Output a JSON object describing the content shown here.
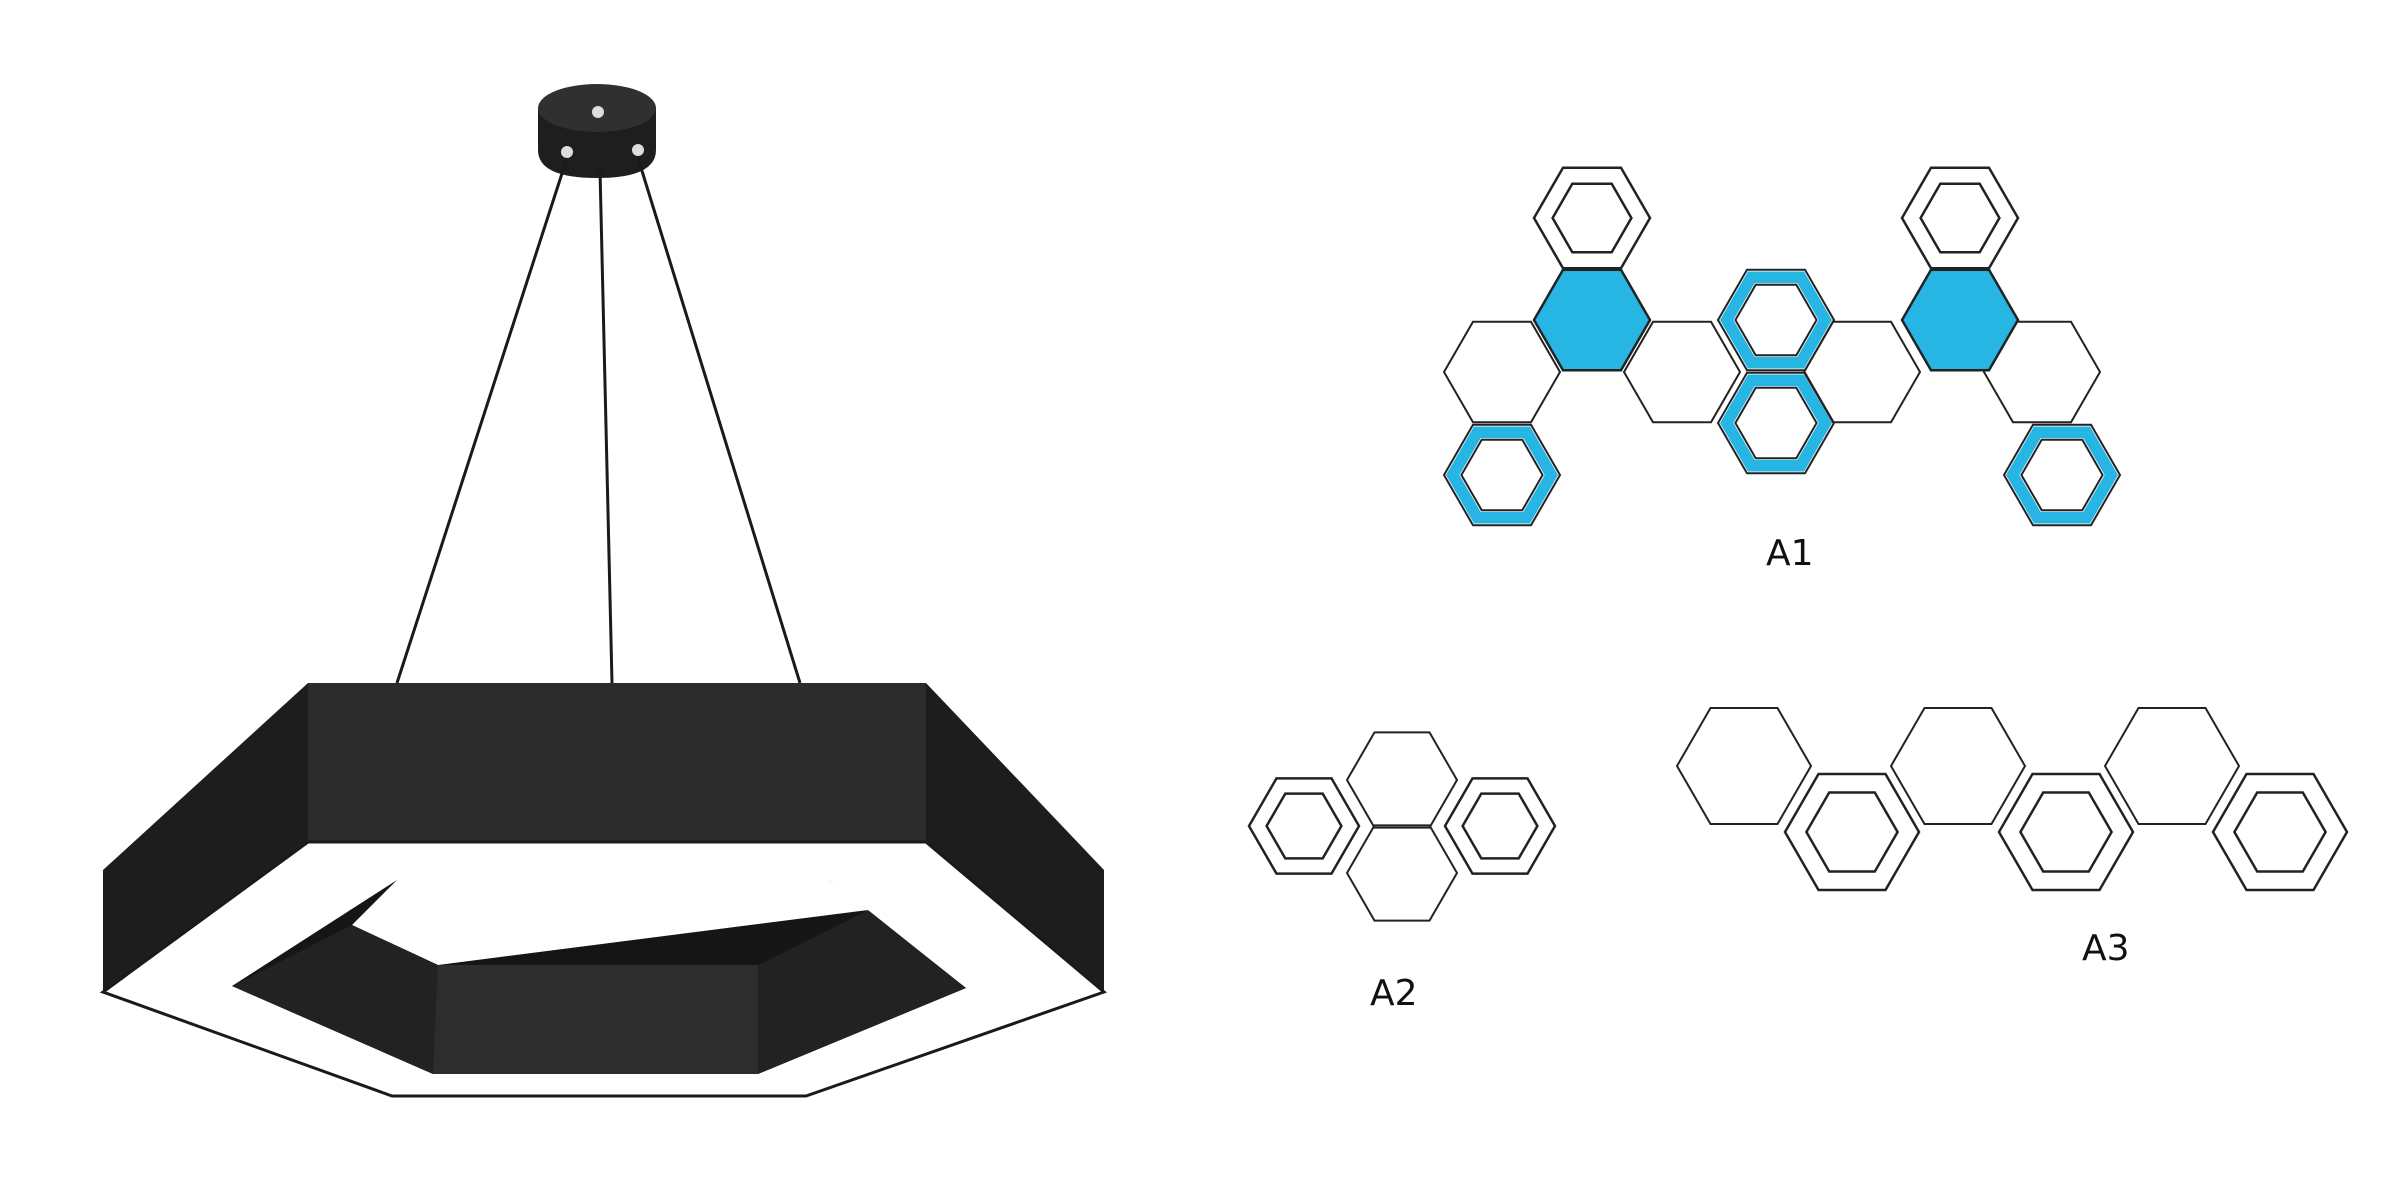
{
  "labels": {
    "a1": "A1",
    "a2": "A2",
    "a3": "A3"
  },
  "colors": {
    "background": "#ffffff",
    "lamp_body": "#2b2b2b",
    "lamp_side": "#1c1c1c",
    "lamp_light": "#ffffff",
    "highlight_blue": "#27b6e3",
    "outline": "#222222"
  },
  "icons": {
    "lamp": "hexagon-pendant-lamp-icon",
    "hex": "hexagon-icon",
    "hex_ring": "hexagon-ring-icon"
  }
}
